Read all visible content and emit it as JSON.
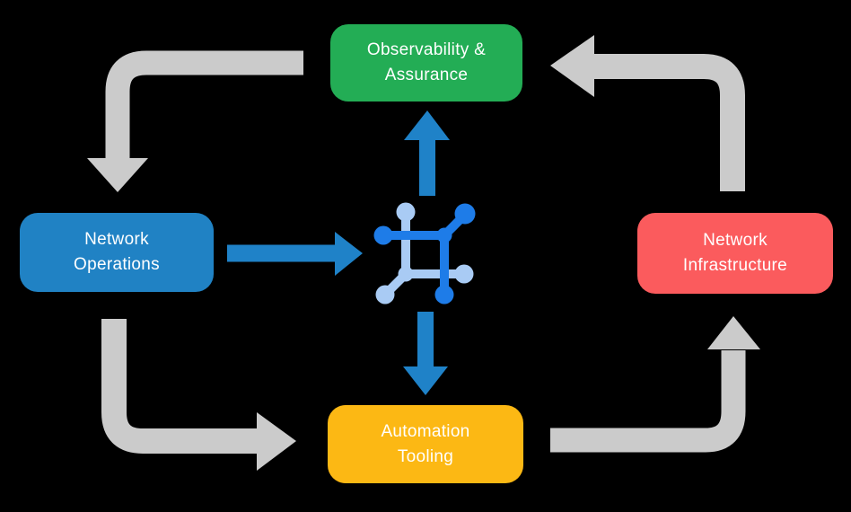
{
  "diagram": {
    "type": "cycle-flow",
    "background_color": "#000000",
    "nodes": {
      "observability": {
        "label": "Observability &\nAssurance",
        "color": "#23AD55"
      },
      "operations": {
        "label": "Network\nOperations",
        "color": "#2082C4"
      },
      "infrastructure": {
        "label": "Network\nInfrastructure",
        "color": "#FB5B5D"
      },
      "automation": {
        "label": "Automation\nTooling",
        "color": "#FCB814"
      }
    },
    "center_icon": {
      "name": "network-mesh-icon",
      "primary_color": "#1E7CE8",
      "secondary_color": "#A9CBF4"
    },
    "arrows": {
      "outer_color": "#CBCBCB",
      "inner_color": "#1F82C8",
      "outer_flow": [
        "Observability & Assurance -> Network Operations",
        "Network Operations -> Automation Tooling",
        "Automation Tooling -> Network Infrastructure",
        "Network Infrastructure -> Observability & Assurance"
      ],
      "inner_flow": [
        "Network Operations -> center icon",
        "center icon -> Observability & Assurance",
        "center icon -> Automation Tooling"
      ]
    }
  }
}
